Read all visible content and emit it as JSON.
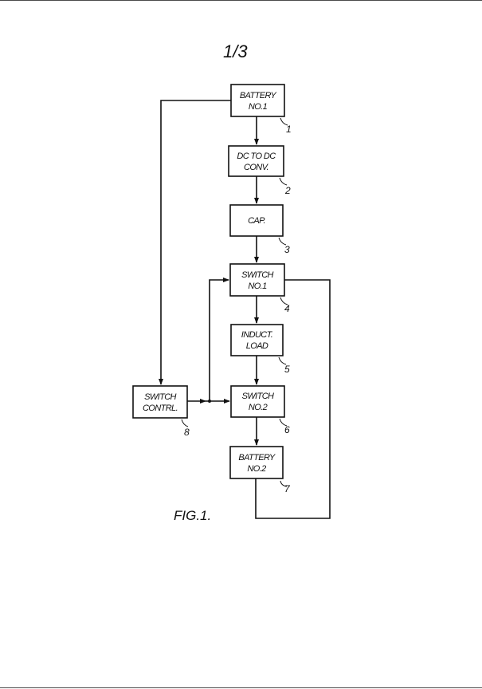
{
  "page_number": "1/3",
  "figure_label": "FIG.1.",
  "blocks": [
    {
      "id": 1,
      "line1": "BATTERY",
      "line2": "NO.1",
      "ref": "1"
    },
    {
      "id": 2,
      "line1": "DC TO DC",
      "line2": "CONV.",
      "ref": "2"
    },
    {
      "id": 3,
      "line1": "CAP.",
      "line2": "",
      "ref": "3"
    },
    {
      "id": 4,
      "line1": "SWITCH",
      "line2": "NO.1",
      "ref": "4"
    },
    {
      "id": 5,
      "line1": "INDUCT.",
      "line2": "LOAD",
      "ref": "5"
    },
    {
      "id": 6,
      "line1": "SWITCH",
      "line2": "NO.2",
      "ref": "6"
    },
    {
      "id": 7,
      "line1": "BATTERY",
      "line2": "NO.2",
      "ref": "7"
    },
    {
      "id": 8,
      "line1": "SWITCH",
      "line2": "CONTRL.",
      "ref": "8"
    }
  ],
  "connections": [
    {
      "from": 1,
      "to": 2
    },
    {
      "from": 2,
      "to": 3
    },
    {
      "from": 3,
      "to": 4
    },
    {
      "from": 4,
      "to": 5
    },
    {
      "from": 5,
      "to": 6
    },
    {
      "from": 6,
      "to": 7
    },
    {
      "from": 1,
      "to": 8
    },
    {
      "from": 8,
      "to": 6
    },
    {
      "from": 8,
      "to": 4
    },
    {
      "from": 4,
      "to": 7,
      "note": "return loop"
    }
  ]
}
